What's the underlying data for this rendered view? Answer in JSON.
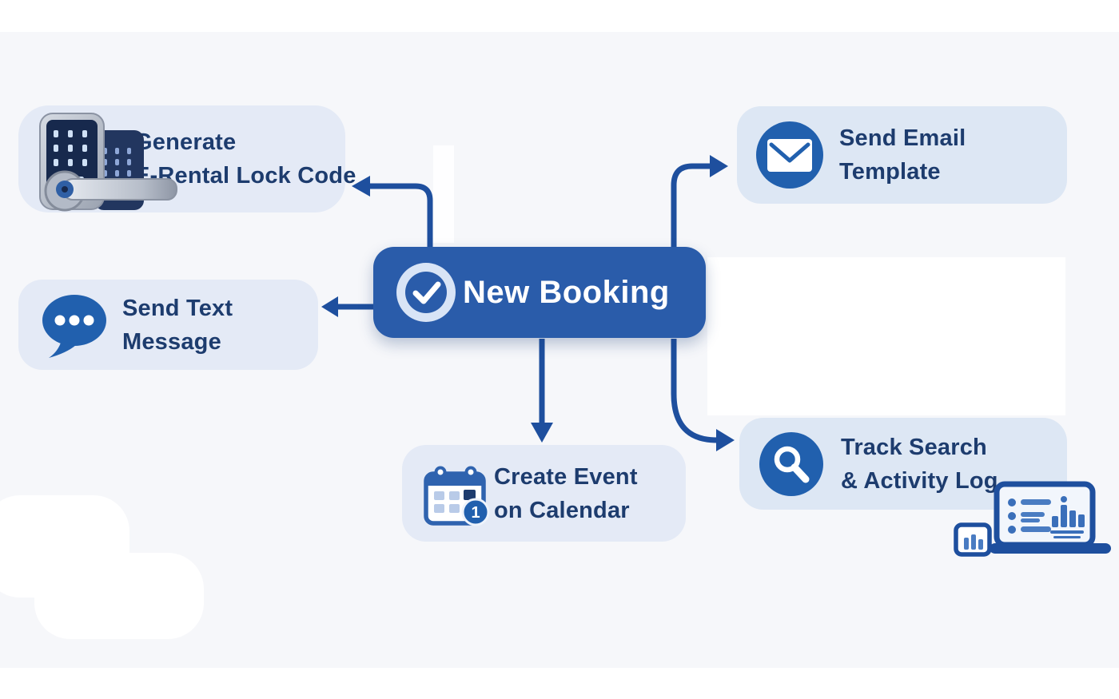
{
  "colors": {
    "bg": "#f6f7fa",
    "white": "#ffffff",
    "boxBg": "#e4eaf6",
    "boxBgAlt": "#dde7f4",
    "navy": "#1d3c6e",
    "blue": "#2a5caa",
    "arrow": "#1e4f9e",
    "iconBlue": "#2160ae",
    "midBlue": "#4a7cc2",
    "barBlue": "#3a6fba",
    "ringLight": "#d8e4f6"
  },
  "center": {
    "label": "New Booking",
    "icon": "check-circle"
  },
  "nodes": [
    {
      "id": "lock",
      "line1": "Generate",
      "line2": "E-Rental Lock Code",
      "icon": "door-lock"
    },
    {
      "id": "sms",
      "line1": "Send Text",
      "line2": "Message",
      "icon": "chat-bubble"
    },
    {
      "id": "email",
      "line1": "Send Email",
      "line2": "Template",
      "icon": "envelope"
    },
    {
      "id": "calendar",
      "line1": "Create Event",
      "line2": "on Calendar",
      "icon": "calendar",
      "badge": "1"
    },
    {
      "id": "track",
      "line1": "Track Search",
      "line2": "& Activity Log",
      "icon": "magnifier"
    }
  ]
}
